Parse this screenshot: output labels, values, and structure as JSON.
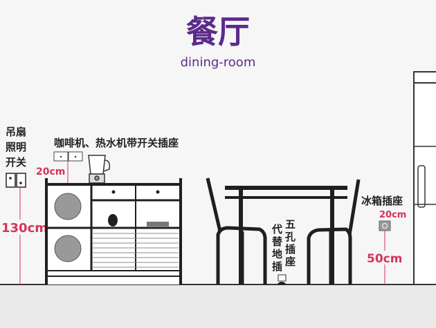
{
  "title": "餐厅",
  "subtitle": "dining-room",
  "colors": {
    "title": "#5b2a8c",
    "measure": "#d6335a",
    "ink": "#1f1f1f"
  },
  "labels": {
    "ceiling_fan_switch": [
      "吊扇",
      "照明",
      "开关"
    ],
    "coffee_socket": "咖啡机、热水机带开关插座",
    "fridge_socket": "冰箱插座",
    "five_hole_socket": [
      "五",
      "孔",
      "插",
      "座"
    ],
    "floor_socket_alt": [
      "代",
      "替",
      "地",
      "插"
    ]
  },
  "measurements": {
    "switch_height": "130cm",
    "coffee_socket_above_counter": "20cm",
    "fridge_socket_size": "20cm",
    "fridge_socket_height": "50cm"
  }
}
